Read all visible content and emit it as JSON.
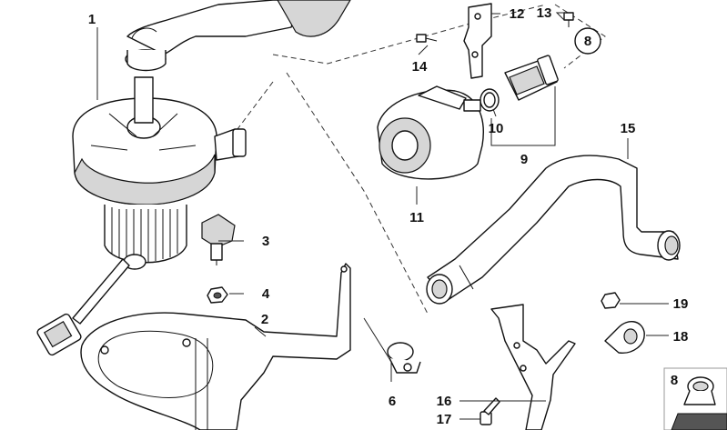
{
  "callouts": {
    "c1": "1",
    "c2": "2",
    "c3": "3",
    "c4": "4",
    "c6": "6",
    "c8a": "8",
    "c8b": "8",
    "c9": "9",
    "c10": "10",
    "c11": "11",
    "c12": "12",
    "c13": "13",
    "c14": "14",
    "c15": "15",
    "c16": "16",
    "c17": "17",
    "c18": "18",
    "c19": "19"
  },
  "colors": {
    "line": "#111111",
    "background": "#ffffff",
    "shade": "#d6d6d6"
  }
}
